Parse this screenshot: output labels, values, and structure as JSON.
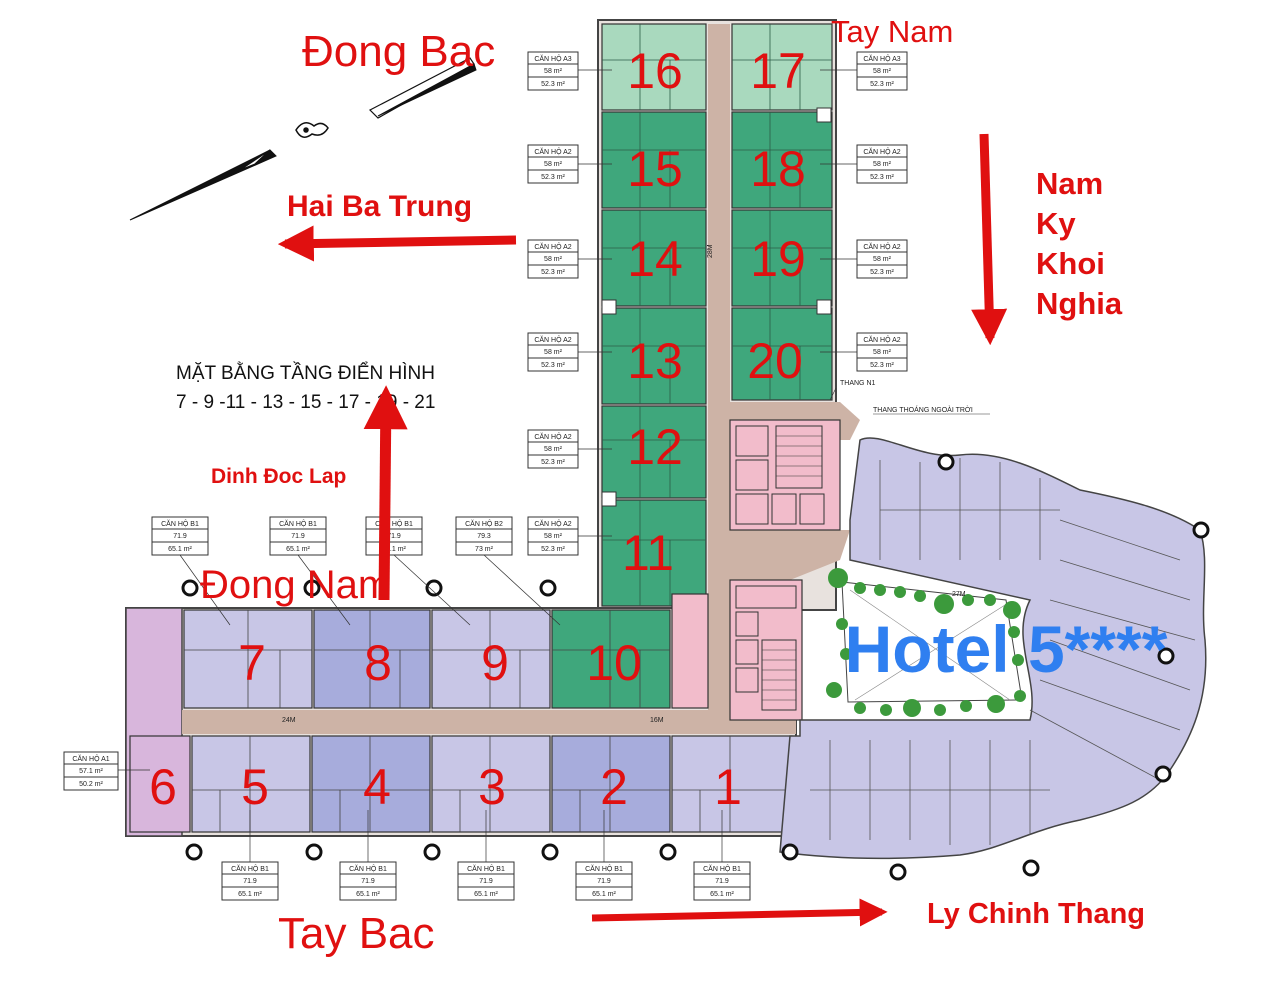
{
  "plan_title": {
    "line1": "MẶT BẰNG TẦNG ĐIỂN HÌNH",
    "line2": "7 - 9 -11 - 13 - 15 - 17 - 19 - 21"
  },
  "directions": {
    "dong_bac": "Đong Bac",
    "tay_nam": "Tay Nam",
    "dong_nam": "Đong Nam",
    "tay_bac": "Tay Bac"
  },
  "streets": {
    "hai_ba_trung": "Hai Ba Trung",
    "nam_ky_khoi_nghia": [
      "Nam",
      "Ky",
      "Khoi",
      "Nghia"
    ],
    "dinh_doc_lap": "Dinh Đoc Lap",
    "ly_chinh_thang": "Ly Chinh Thang"
  },
  "hotel_label": "Hotel 5****",
  "corridor_labels": {
    "vertical": "28M",
    "horizontal_left": "24M",
    "horizontal_right": "16M",
    "hotel": "27M"
  },
  "core_labels": {
    "stair_n1": "THANG N1",
    "open_stair": "THANG THOÁNG NGOÀI TRỜI"
  },
  "unit_numbers": [
    "1",
    "2",
    "3",
    "4",
    "5",
    "6",
    "7",
    "8",
    "9",
    "10",
    "11",
    "12",
    "13",
    "14",
    "15",
    "16",
    "17",
    "18",
    "19",
    "20"
  ],
  "unit_info": {
    "a3": [
      "CĂN HỘ A3",
      "58 m²",
      "52.3 m²"
    ],
    "a2": [
      "CĂN HỘ A2",
      "58 m²",
      "52.3 m²"
    ],
    "b1": [
      "CĂN HỘ B1",
      "71.9",
      "65.1 m²"
    ],
    "b2": [
      "CĂN HỘ B2",
      "79.3",
      "73 m²"
    ],
    "a1": [
      "CĂN HỘ A1",
      "57.1 m²",
      "50.2 m²"
    ]
  },
  "colors": {
    "green_unit": "#3fa77c",
    "light_green_unit": "#a9d9be",
    "lavender_unit": "#c8c6e6",
    "blue_unit": "#a7acdc",
    "pink_core": "#f2bccb",
    "corridor": "#cdb3a6",
    "red_label": "#e01010",
    "hotel_blue": "#2f7ff0"
  }
}
